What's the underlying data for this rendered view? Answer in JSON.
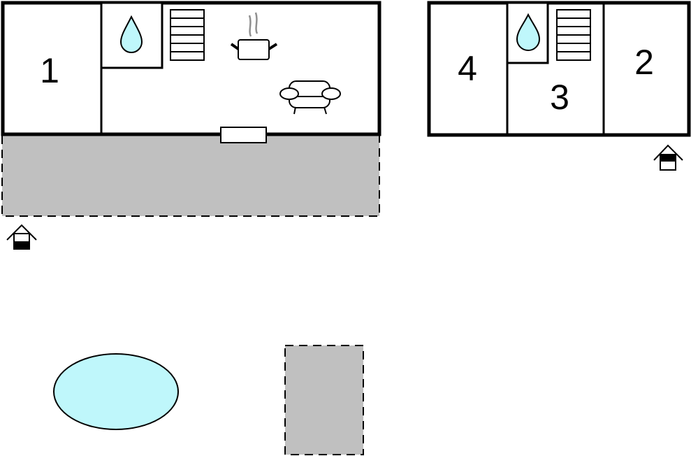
{
  "colors": {
    "wall": "#000000",
    "terrace": "#c0c0c0",
    "water": "#bff7fb",
    "steam": "#909090"
  },
  "rooms": [
    {
      "id": "room-1",
      "label": "1"
    },
    {
      "id": "room-2",
      "label": "2"
    },
    {
      "id": "room-3",
      "label": "3"
    },
    {
      "id": "room-4",
      "label": "4"
    }
  ],
  "icons": [
    "water-drop-icon",
    "stairs-icon",
    "cooking-pot-icon",
    "armchair-icon",
    "entrance-icon",
    "pool",
    "terrace"
  ]
}
